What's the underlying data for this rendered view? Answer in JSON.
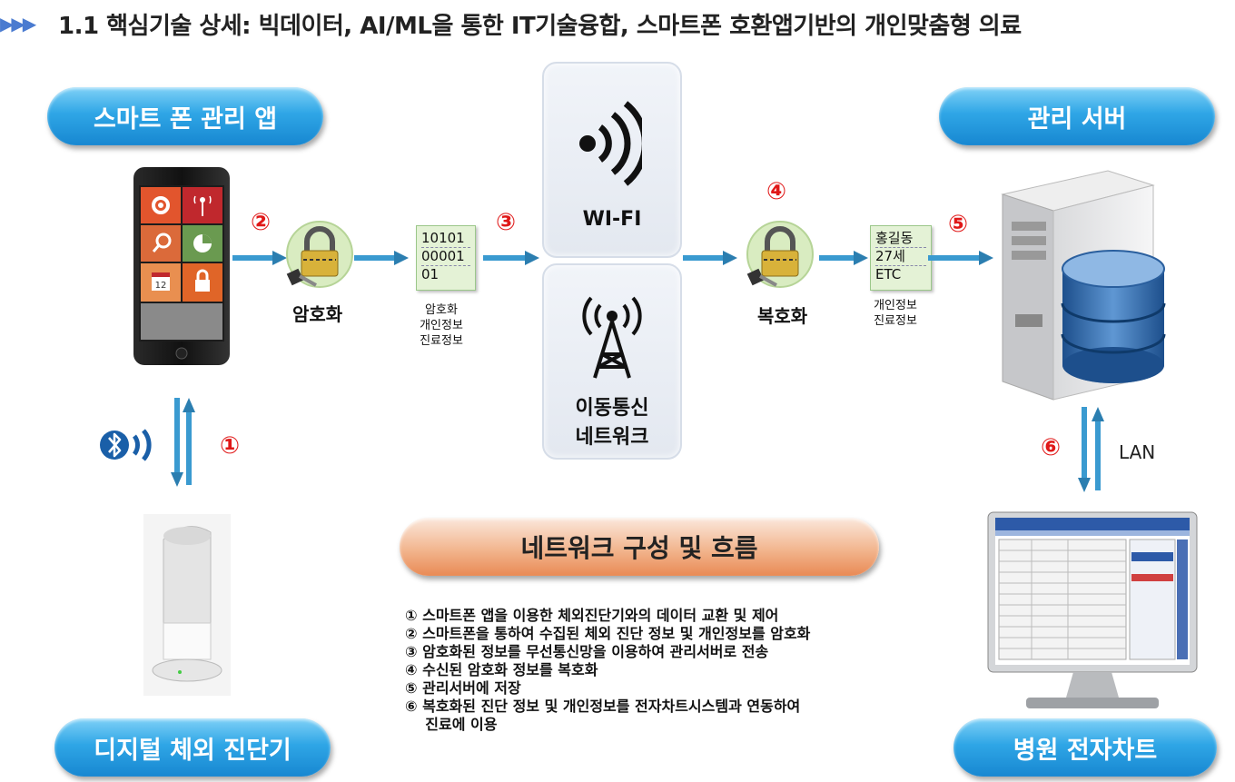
{
  "title": "1.1 핵심기술 상세: 빅데이터, AI/ML을 통한 IT기술융합, 스마트폰 호환앱기반의 개인맞춤형 의료",
  "nodes": {
    "smartphone_app": "스마트 폰 관리 앱",
    "digital_device": "디지털 체외 진단기",
    "server": "관리 서버",
    "emr": "병원 전자차트"
  },
  "network": {
    "wifi": "WI-FI",
    "mobile_line1": "이동통신",
    "mobile_line2": "네트워크"
  },
  "steps": {
    "n1": "①",
    "n2": "②",
    "n3": "③",
    "n4": "④",
    "n5": "⑤",
    "n6": "⑥"
  },
  "encrypt": {
    "label": "암호화",
    "doc_lines": [
      "10101",
      "00001",
      "01"
    ],
    "caption": [
      "암호화",
      "개인정보",
      "진료정보"
    ]
  },
  "decrypt": {
    "label": "복호화",
    "doc_lines": [
      "홍길동",
      "27세",
      "ETC"
    ],
    "caption": [
      "개인정보",
      "진료정보"
    ]
  },
  "lan_label": "LAN",
  "flow_title": "네트워크 구성 및 흐름",
  "legend": [
    "① 스마트폰 앱을 이용한 체외진단기와의 데이터 교환 및 제어",
    "② 스마트폰을 통하여 수집된 체외 진단 정보 및 개인정보를 암호화",
    "③ 암호화된 정보를 무선통신망을 이용하여 관리서버로 전송",
    "④ 수신된 암호화 정보를 복호화",
    "⑤ 관리서버에 저장",
    "⑥ 복호화된 진단 정보 및 개인정보를 전자차트시스템과 연동하여",
    "    진료에 이용"
  ],
  "colors": {
    "pill_blue": "#2fa6e6",
    "pill_orange": "#f2b68f",
    "step_red": "#e01818",
    "arrow_blue": "#3a9ad0"
  },
  "icons": [
    "settings-icon",
    "antenna-icon",
    "search-icon",
    "pie-chart-icon",
    "calendar-icon",
    "lock-icon",
    "padlock-key-icon",
    "wifi-icon",
    "cell-tower-icon",
    "bluetooth-icon",
    "server-icon",
    "database-icon",
    "monitor-icon"
  ]
}
